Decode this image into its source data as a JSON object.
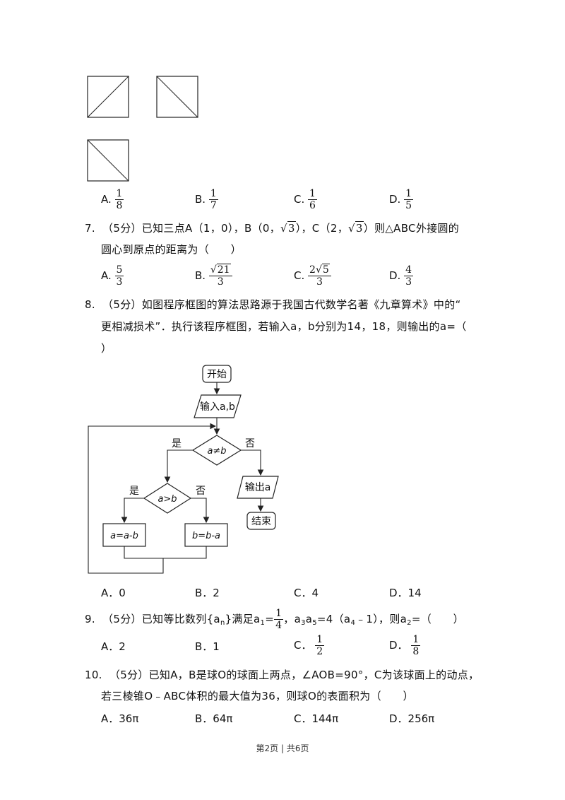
{
  "q6_options": {
    "A_label": "A.",
    "A_num": "1",
    "A_den": "8",
    "B_label": "B.",
    "B_num": "1",
    "B_den": "7",
    "C_label": "C.",
    "C_num": "1",
    "C_den": "6",
    "D_label": "D.",
    "D_num": "1",
    "D_den": "5"
  },
  "q7": {
    "line1_a": "7.  （5分）已知三点A（1，0），B（0，",
    "line1_b": "），C（2，",
    "line1_c": "）则△ABC外接圆的",
    "sqrt3": "3",
    "line2": "圆心到原点的距离为（　　）",
    "A_label": "A.",
    "A_num": "5",
    "A_den": "3",
    "B_label": "B.",
    "B_num": "21",
    "B_den": "3",
    "C_label": "C.",
    "C_coef": "2",
    "C_rad": "5",
    "C_den": "3",
    "D_label": "D.",
    "D_num": "4",
    "D_den": "3"
  },
  "q8": {
    "line1": "8.  （5分）如图程序框图的算法思路源于我国古代数学名著《九章算术》中的“",
    "line2": "更相减损术”．执行该程序框图，若输入a，b分别为14，18，则输出的a=（",
    "line3": "）",
    "flow": {
      "start": "开始",
      "input": "输入a,b",
      "cond1": "a≠b",
      "cond2": "a>b",
      "yes1": "是",
      "no1": "否",
      "yes2": "是",
      "no2": "否",
      "output": "输出a",
      "end": "结束",
      "assign_left": "a=a-b",
      "assign_right": "b=b-a"
    },
    "A": "A．0",
    "B": "B．2",
    "C": "C．4",
    "D": "D．14"
  },
  "q9": {
    "prefix": "9.  （5分）已知等比数列{a",
    "n": "n",
    "mid1": "}满足a",
    "one": "1",
    "eq": "=",
    "f_num": "1",
    "f_den": "4",
    "mid2": "，a",
    "three": "3",
    "a5": "a",
    "five": "5",
    "mid3": "=4（a",
    "four": "4",
    "mid4": "﹣1），则a",
    "two": "2",
    "suffix": "=（　　）",
    "A": "A．2",
    "B": "B．1",
    "C_label": "C．",
    "C_num": "1",
    "C_den": "2",
    "D_label": "D．",
    "D_num": "1",
    "D_den": "8"
  },
  "q10": {
    "line1": "10.  （5分）已知A，B是球O的球面上两点，∠AOB=90°，C为该球面上的动点，",
    "line2": "若三棱锥O﹣ABC体积的最大值为36，则球O的表面积为（　　）",
    "A": "A．36π",
    "B": "B．64π",
    "C": "C．144π",
    "D": "D．256π"
  },
  "footer": "第2页 | 共6页"
}
